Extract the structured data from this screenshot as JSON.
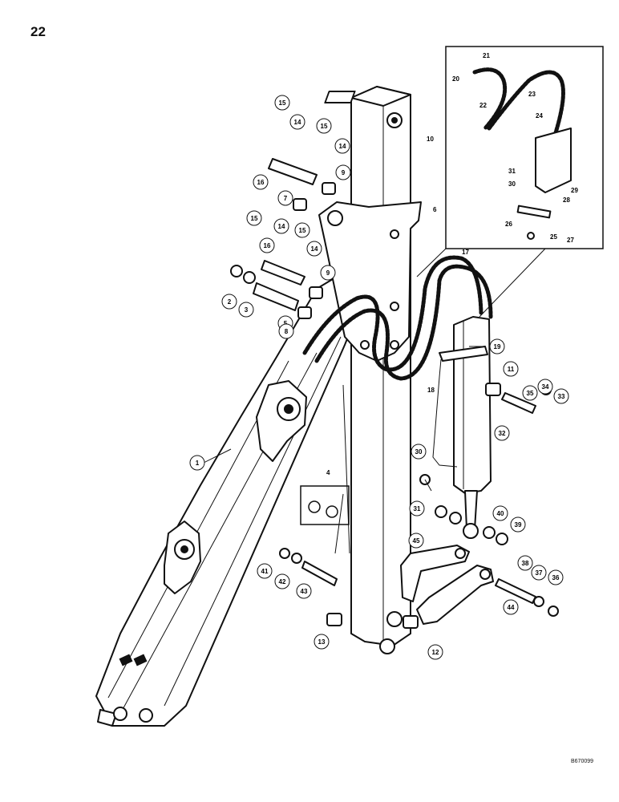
{
  "page_number": "22",
  "drawing_code": "B670099",
  "callouts": [
    {
      "n": "1"
    },
    {
      "n": "2"
    },
    {
      "n": "3"
    },
    {
      "n": "5"
    },
    {
      "n": "7"
    },
    {
      "n": "8"
    },
    {
      "n": "9"
    },
    {
      "n": "9"
    },
    {
      "n": "11"
    },
    {
      "n": "12"
    },
    {
      "n": "13"
    },
    {
      "n": "14"
    },
    {
      "n": "14"
    },
    {
      "n": "14"
    },
    {
      "n": "14"
    },
    {
      "n": "15"
    },
    {
      "n": "15"
    },
    {
      "n": "15"
    },
    {
      "n": "15"
    },
    {
      "n": "16"
    },
    {
      "n": "16"
    },
    {
      "n": "19"
    },
    {
      "n": "30"
    },
    {
      "n": "31"
    },
    {
      "n": "32"
    },
    {
      "n": "33"
    },
    {
      "n": "34"
    },
    {
      "n": "35"
    },
    {
      "n": "36"
    },
    {
      "n": "37"
    },
    {
      "n": "38"
    },
    {
      "n": "39"
    },
    {
      "n": "40"
    },
    {
      "n": "41"
    },
    {
      "n": "42"
    },
    {
      "n": "43"
    },
    {
      "n": "44"
    },
    {
      "n": "45"
    }
  ],
  "plain_labels": [
    {
      "n": "4"
    },
    {
      "n": "6"
    },
    {
      "n": "10"
    },
    {
      "n": "17"
    },
    {
      "n": "18"
    },
    {
      "n": "20"
    },
    {
      "n": "21"
    },
    {
      "n": "22"
    },
    {
      "n": "23"
    },
    {
      "n": "24"
    },
    {
      "n": "25"
    },
    {
      "n": "26"
    },
    {
      "n": "27"
    },
    {
      "n": "28"
    },
    {
      "n": "29"
    },
    {
      "n": "30"
    },
    {
      "n": "31"
    }
  ]
}
